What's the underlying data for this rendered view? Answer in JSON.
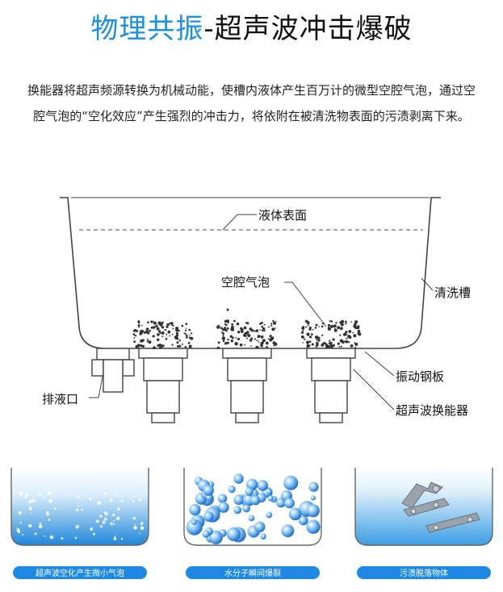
{
  "header": {
    "title_accent": "物理共振",
    "title_main": "-超声波冲击爆破"
  },
  "description": "换能器将超声频源转换为机械动能，使槽内液体产生百万计的微型空腔气泡，通过空腔气泡的“空化效应”产生强烈的冲击力，将依附在被清洗物表面的污渍剥离下来。",
  "diagram": {
    "labels": {
      "liquid_surface": "液体表面",
      "cavity_bubbles": "空腔气泡",
      "tank": "清洗槽",
      "vibration_plate": "振动钢板",
      "drain": "排液口",
      "transducer": "超声波换能器"
    }
  },
  "stages": [
    {
      "caption": "超声波空化产生微小气泡"
    },
    {
      "caption": "水分子瞬间爆裂"
    },
    {
      "caption": "污渍脱落物体"
    }
  ],
  "colors": {
    "accent": "#1a8fe6",
    "badge": "#1e88e5",
    "line": "#555555"
  }
}
